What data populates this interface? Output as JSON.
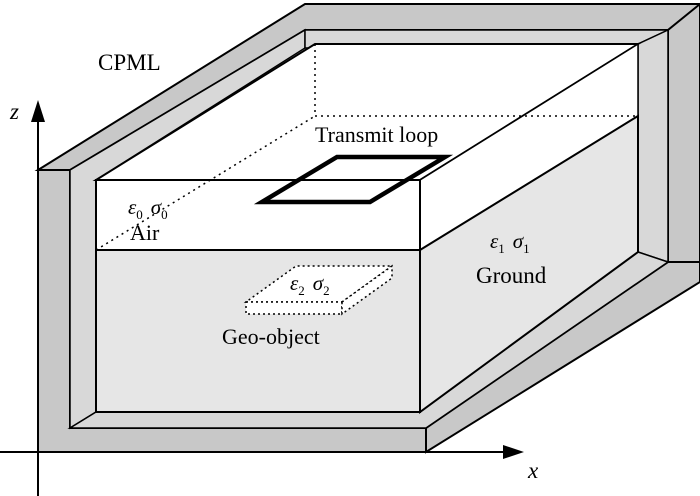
{
  "labels": {
    "cpml": "CPML",
    "transmit_loop": "Transmit loop",
    "air": "Air",
    "ground": "Ground",
    "geo_object": "Geo-object",
    "axis_z": "z",
    "axis_x": "x"
  },
  "params": {
    "air": {
      "eps_sym": "ε",
      "eps_sub": "0",
      "sig_sym": "σ",
      "sig_sub": "0"
    },
    "ground": {
      "eps_sym": "ε",
      "eps_sub": "1",
      "sig_sym": "σ",
      "sig_sub": "1"
    },
    "geo_object": {
      "eps_sym": "ε",
      "eps_sub": "2",
      "sig_sym": "σ",
      "sig_sub": "2"
    }
  },
  "colors": {
    "cpml_gray": "#c8c8c8",
    "ground_gray": "#e6e6e6",
    "air_white": "#ffffff",
    "line": "#000000"
  }
}
